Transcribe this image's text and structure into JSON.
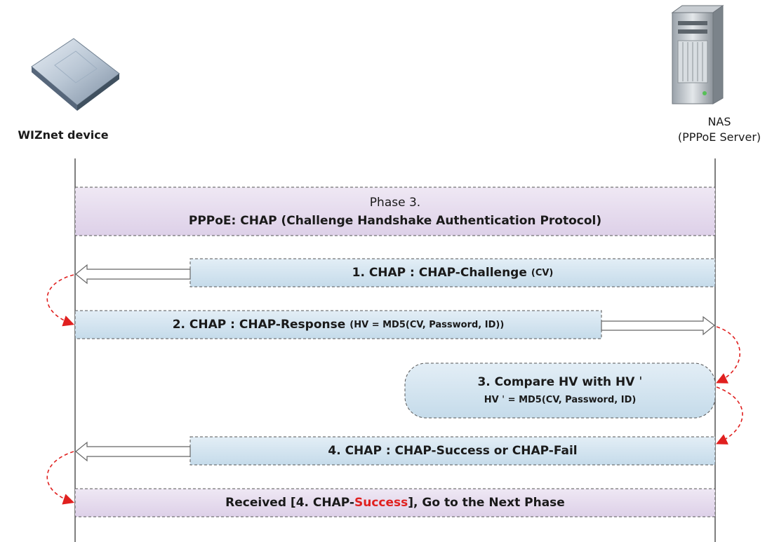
{
  "actors": {
    "client": {
      "label": "WIZnet device",
      "icon": "chip-icon"
    },
    "server": {
      "label_line1": "NAS",
      "label_line2": "(PPPoE Server)",
      "icon": "server-icon"
    }
  },
  "phase": {
    "line1": "Phase 3.",
    "line2": "PPPoE: CHAP (Challenge Handshake Authentication Protocol)"
  },
  "messages": [
    {
      "main": "1. CHAP : CHAP-Challenge",
      "sub": "(CV)"
    },
    {
      "main": "2. CHAP : CHAP-Response",
      "sub": "(HV = MD5(CV, Password, ID))"
    },
    {
      "main": "3. Compare HV with HV ˈ",
      "sub": "HV ˈ = MD5(CV, Password, ID)"
    },
    {
      "main": "4. CHAP : CHAP-Success or CHAP-Fail"
    }
  ],
  "final": {
    "prefix": "Received [4. CHAP-",
    "highlight": "Success",
    "suffix": "], Go to the Next Phase",
    "highlight_color": "#e0201f"
  },
  "colors": {
    "phase_fill": "#e6dcef",
    "message_fill": "#d4e6f1",
    "arrow_red": "#e0201f",
    "lifeline": "#555555"
  }
}
